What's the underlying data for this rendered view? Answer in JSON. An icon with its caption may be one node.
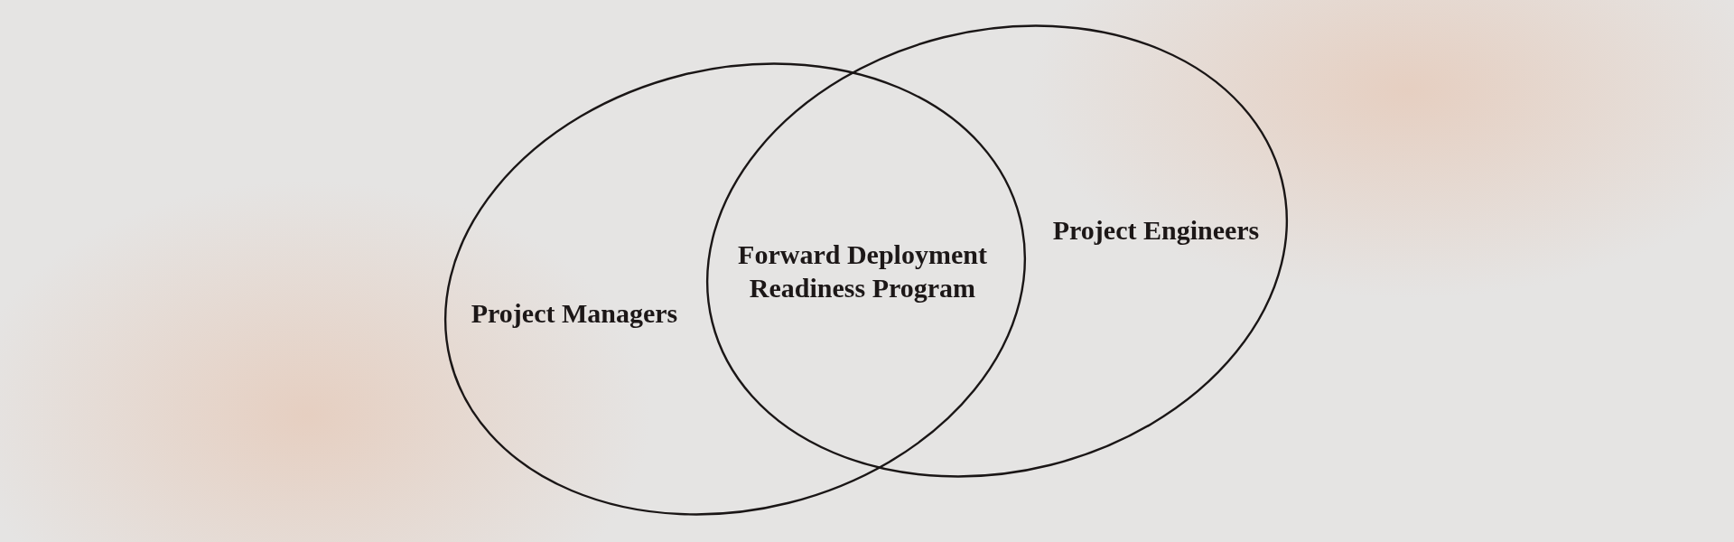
{
  "diagram": {
    "nodes": [
      {
        "text": [
          "Project Managers"
        ]
      },
      {
        "text": [
          "Project Engineers"
        ]
      }
    ],
    "labels": [
      "Forward Deployment Readiness Program"
    ]
  }
}
